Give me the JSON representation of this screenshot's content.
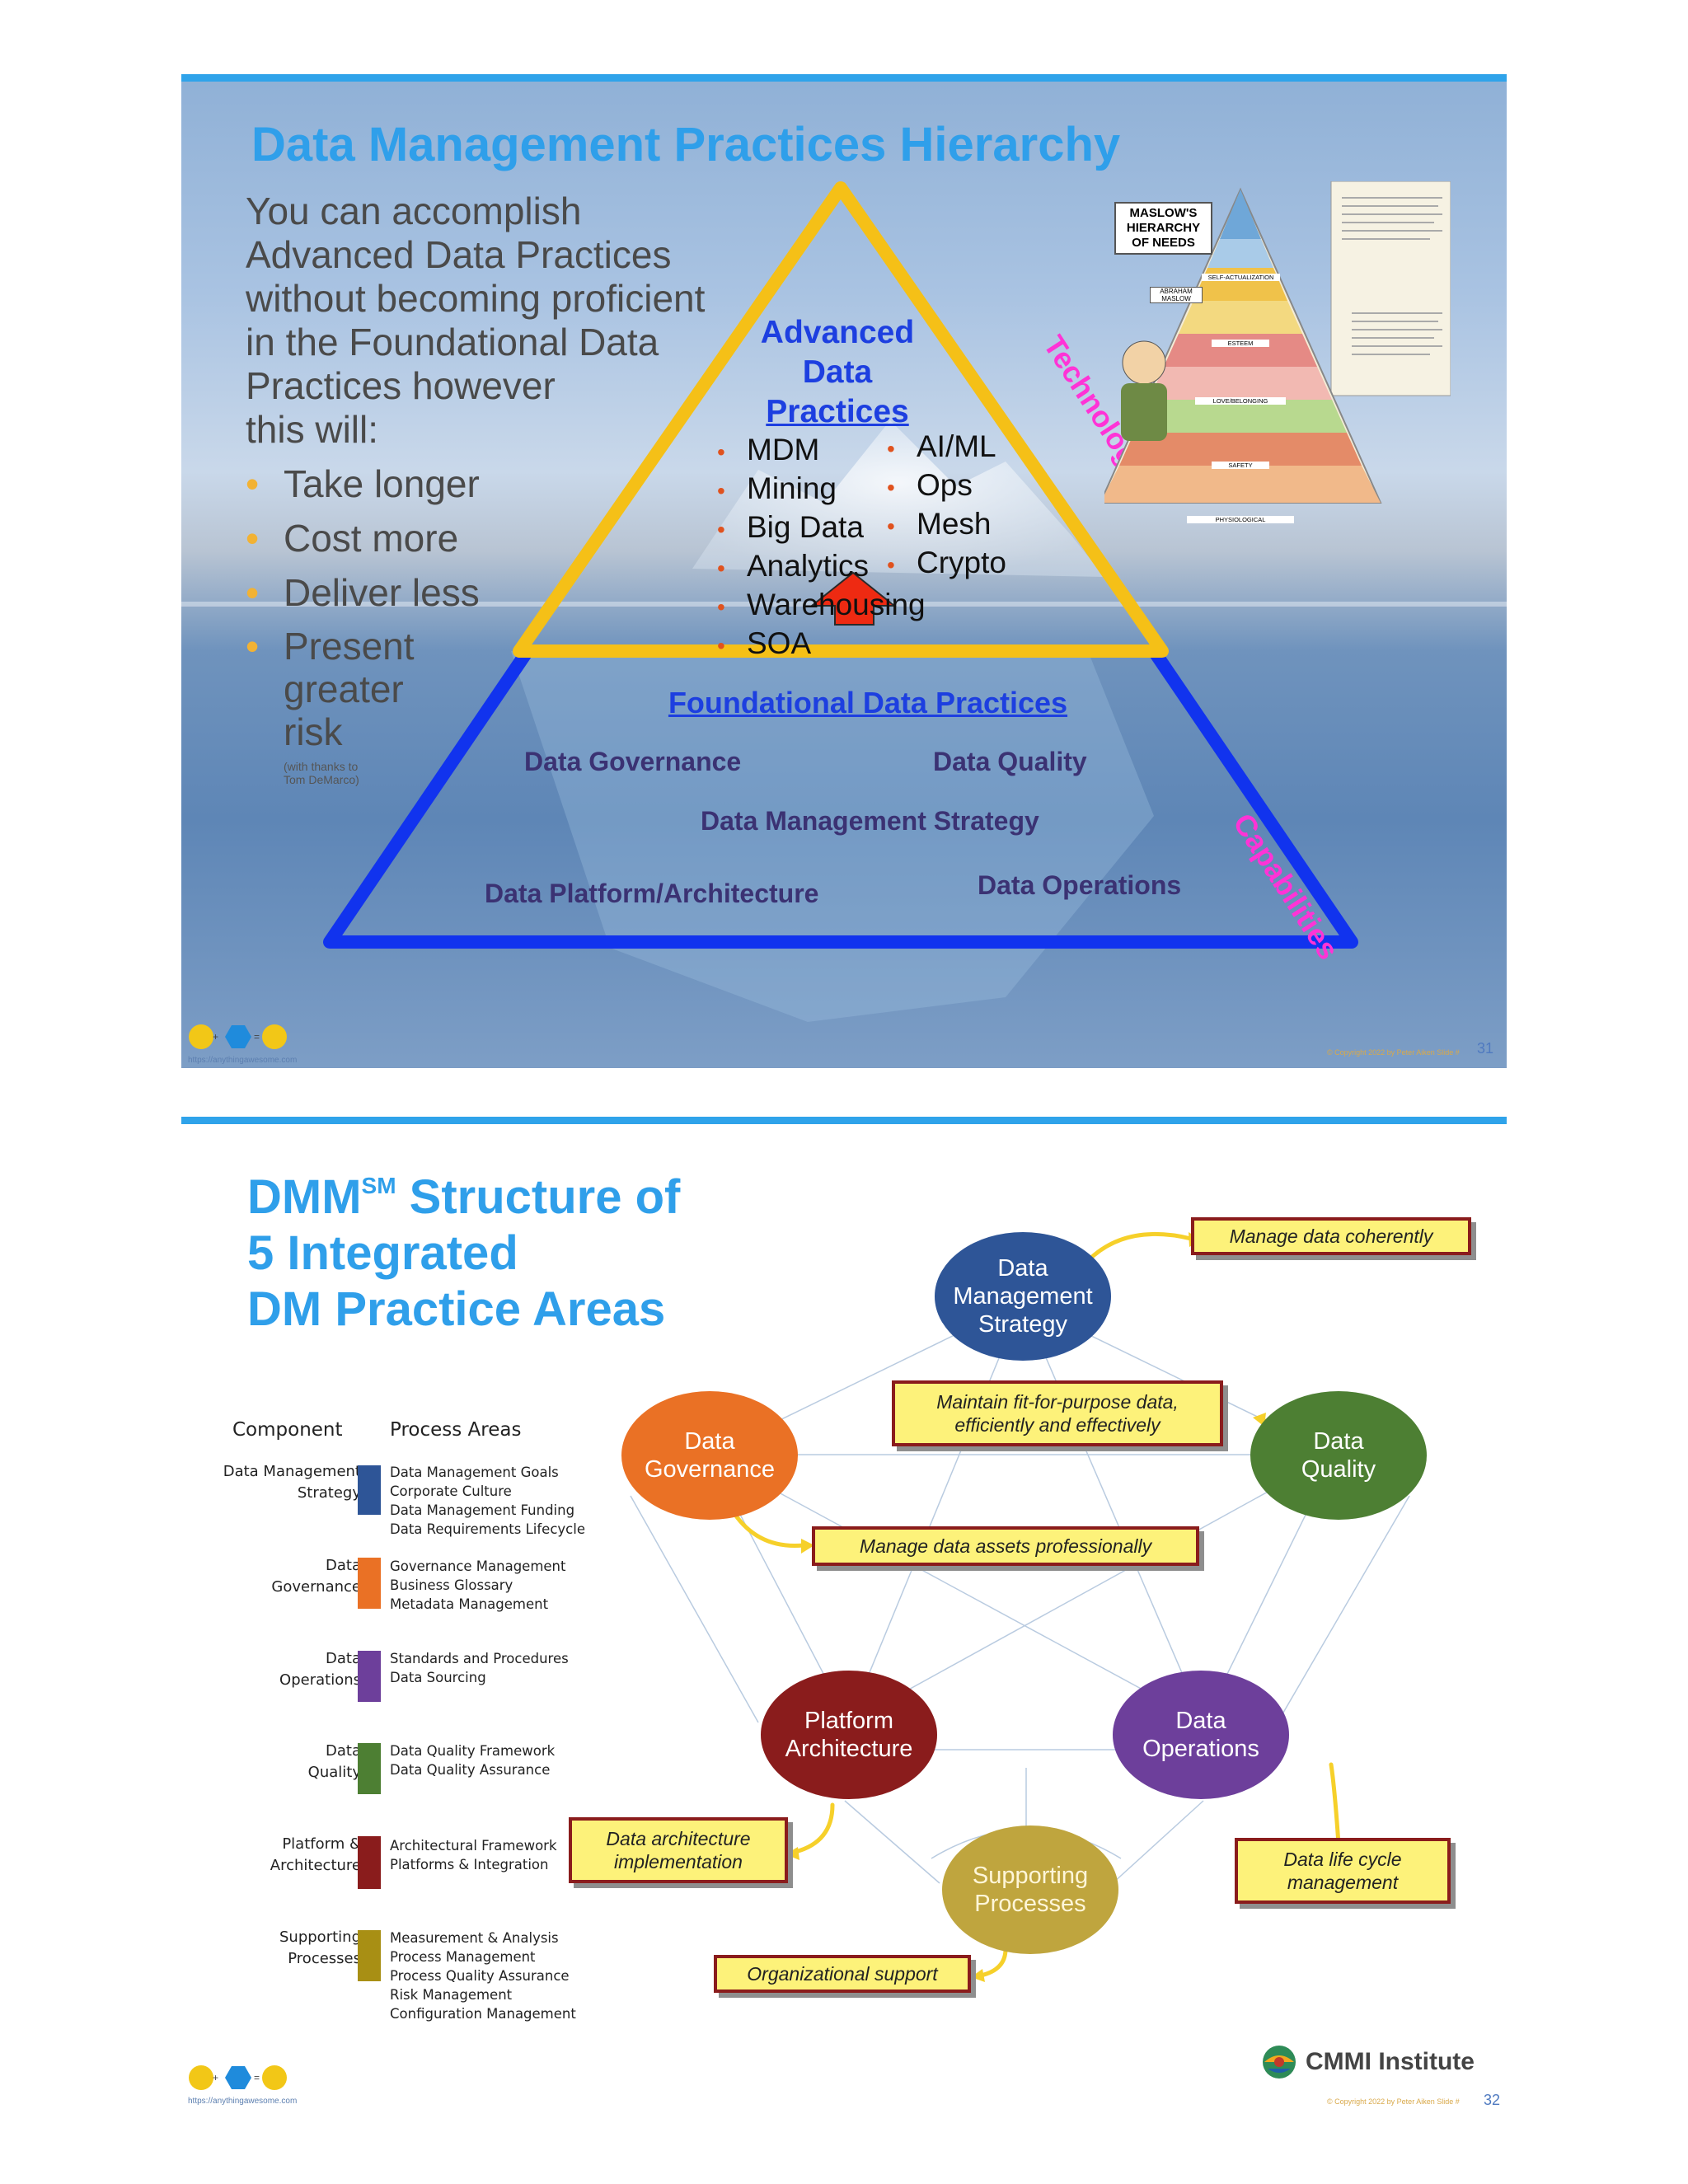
{
  "slide1": {
    "title": "Data Management Practices Hierarchy",
    "intro_lines": [
      "You can accomplish",
      "Advanced Data Practices",
      "without becoming proficient",
      "in the Foundational Data",
      "Practices however",
      "this will:"
    ],
    "bullets": [
      "Take longer",
      "Cost more",
      "Deliver less"
    ],
    "last_bullet_lines": [
      "Present",
      "greater",
      "risk"
    ],
    "thanks_lines": [
      "(with thanks to",
      "Tom DeMarco)"
    ],
    "advanced_lines": [
      "Advanced",
      "Data",
      "Practices"
    ],
    "advanced_left": [
      "MDM",
      "Mining",
      "Big Data",
      "Analytics",
      "Warehousing",
      "SOA"
    ],
    "advanced_right": [
      "AI/ML",
      "Ops",
      "Mesh",
      "Crypto"
    ],
    "technologies_label": "Technologies",
    "capabilities_label": "Capabilities",
    "foundational_title": "Foundational Data Practices",
    "foundational_items": {
      "governance": "Data Governance",
      "quality": "Data Quality",
      "strategy": "Data Management Strategy",
      "platform": "Data Platform/Architecture",
      "operations": "Data Operations"
    },
    "maslow": {
      "title_lines": [
        "MASLOW'S",
        "HIERARCHY",
        "OF NEEDS"
      ],
      "name_lines": [
        "ABRAHAM",
        "MASLOW"
      ],
      "levels": [
        "SELF-ACTUALIZATION",
        "ESTEEM",
        "LOVE/BELONGING",
        "SAFETY",
        "PHYSIOLOGICAL"
      ]
    },
    "logo_url": "https://anythingawesome.com",
    "footer": "© Copyright 2022 by Peter Aiken Slide #",
    "slide_number": "31"
  },
  "slide2": {
    "title_main": "DMM",
    "title_sup": "SM",
    "title_rest": " Structure of",
    "title_line2": "5 Integrated",
    "title_line3": "DM Practice Areas",
    "table_headers": [
      "Component",
      "Process Areas"
    ],
    "rows": [
      {
        "component": [
          "Data Management",
          "Strategy"
        ],
        "areas": [
          "Data Management Goals",
          "Corporate Culture",
          "Data Management Funding",
          "Data Requirements Lifecycle"
        ],
        "color": "#2e5597"
      },
      {
        "component": [
          "Data",
          "Governance"
        ],
        "areas": [
          "Governance Management",
          "Business Glossary",
          "Metadata Management"
        ],
        "color": "#ea7125"
      },
      {
        "component": [
          "Data",
          "Operations"
        ],
        "areas": [
          "Standards and Procedures",
          "Data Sourcing"
        ],
        "color": "#6d3f9b"
      },
      {
        "component": [
          "Data",
          "Quality"
        ],
        "areas": [
          "Data Quality Framework",
          "Data Quality Assurance"
        ],
        "color": "#4d7f33"
      },
      {
        "component": [
          "Platform &",
          "Architecture"
        ],
        "areas": [
          "Architectural Framework",
          "Platforms & Integration"
        ],
        "color": "#8a1c1c"
      },
      {
        "component": [
          "Supporting",
          "Processes"
        ],
        "areas": [
          "Measurement & Analysis",
          "Process Management",
          "Process Quality Assurance",
          "Risk Management",
          "Configuration Management"
        ],
        "color": "#a88f14"
      }
    ],
    "nodes": {
      "strategy": [
        "Data",
        "Management",
        "Strategy"
      ],
      "governance": [
        "Data",
        "Governance"
      ],
      "quality": [
        "Data",
        "Quality"
      ],
      "platform": [
        "Platform",
        "Architecture"
      ],
      "operations": [
        "Data",
        "Operations"
      ],
      "supporting": [
        "Supporting",
        "Processes"
      ]
    },
    "callouts": {
      "coherent": "Manage data coherently",
      "fit_lines": [
        "Maintain fit-for-purpose data,",
        "efficiently and effectively"
      ],
      "assets": "Manage data assets professionally",
      "arch_lines": [
        "Data architecture",
        "implementation"
      ],
      "lifecycle_lines": [
        "Data life cycle",
        "management"
      ],
      "org": "Organizational support"
    },
    "cmmi": "CMMI Institute",
    "logo_url": "https://anythingawesome.com",
    "footer": "© Copyright 2022 by Peter Aiken Slide #",
    "slide_number": "32"
  }
}
